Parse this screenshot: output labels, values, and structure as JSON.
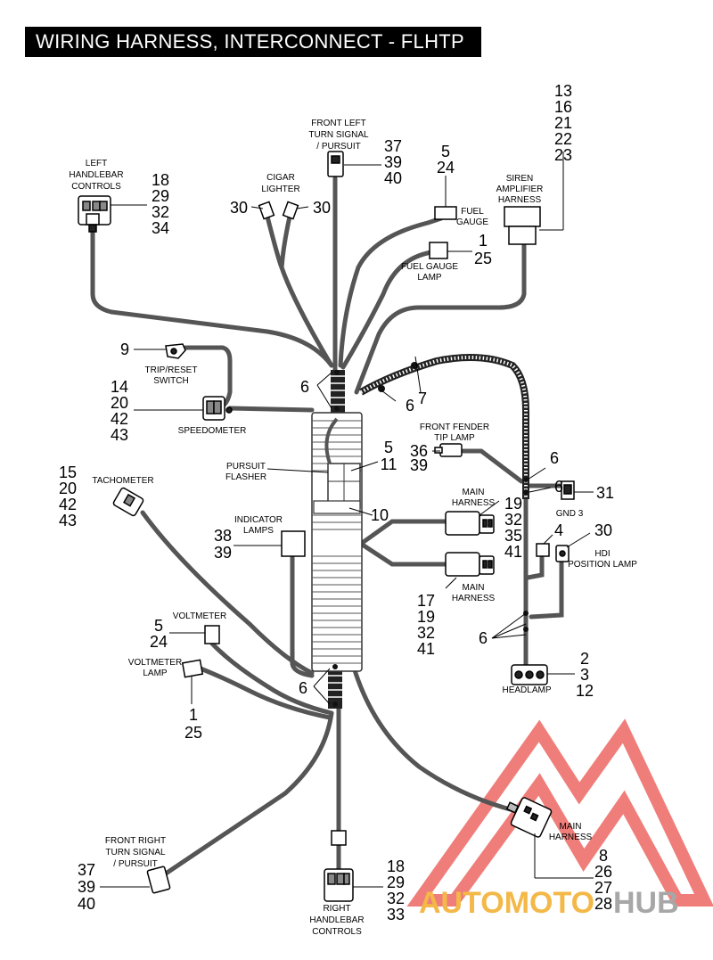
{
  "title": "WIRING HARNESS, INTERCONNECT - FLHTP",
  "labels": {
    "left_controls": [
      "LEFT",
      "HANDLEBAR",
      "CONTROLS"
    ],
    "front_left_turn": [
      "FRONT LEFT",
      "TURN SIGNAL",
      "/ PURSUIT"
    ],
    "cigar": [
      "CIGAR",
      "LIGHTER"
    ],
    "fuel_gauge": [
      "FUEL",
      "GAUGE"
    ],
    "fuel_lamp": [
      "FUEL GAUGE",
      "LAMP"
    ],
    "siren": [
      "SIREN",
      "AMPLIFIER",
      "HARNESS"
    ],
    "trip": [
      "TRIP/RESET",
      "SWITCH"
    ],
    "speedometer": [
      "SPEEDOMETER"
    ],
    "front_fender": [
      "FRONT FENDER",
      "TIP LAMP"
    ],
    "pursuit_flasher": [
      "PURSUIT",
      "FLASHER"
    ],
    "tachometer": [
      "TACHOMETER"
    ],
    "main_harness_a": [
      "MAIN",
      "HARNESS"
    ],
    "gnd3": [
      "GND 3"
    ],
    "indicator": [
      "INDICATOR",
      "LAMPS"
    ],
    "hdi": [
      "HDI",
      "POSITION LAMP"
    ],
    "main_harness_b": [
      "MAIN",
      "HARNESS"
    ],
    "voltmeter": [
      "VOLTMETER"
    ],
    "voltmeter_lamp": [
      "VOLTMETER",
      "LAMP"
    ],
    "headlamp": [
      "HEADLAMP"
    ],
    "main_harness_c": [
      "MAIN",
      "HARNESS"
    ],
    "front_right_turn": [
      "FRONT RIGHT",
      "TURN SIGNAL",
      "/ PURSUIT"
    ],
    "right_controls": [
      "RIGHT",
      "HANDLEBAR",
      "CONTROLS"
    ]
  },
  "callouts": {
    "n13": [
      "13",
      "16",
      "21",
      "22",
      "23"
    ],
    "n37a": [
      "37",
      "39",
      "40"
    ],
    "n5a": [
      "5",
      "24"
    ],
    "n18a": [
      "18",
      "29",
      "32",
      "34"
    ],
    "n30a": "30",
    "n30b": "30",
    "n1a": [
      "1",
      "25"
    ],
    "n9": "9",
    "n14": [
      "14",
      "20",
      "42",
      "43"
    ],
    "n6a": "6",
    "n6b": "6",
    "n7": "7",
    "n36": [
      "36",
      "39"
    ],
    "n5b": [
      "5",
      "11"
    ],
    "n10": "10",
    "n15": [
      "15",
      "20",
      "42",
      "43"
    ],
    "n6c": "6",
    "n6d": "6",
    "n31": "31",
    "n19": [
      "19",
      "32",
      "35",
      "41"
    ],
    "n4": "4",
    "n30c": "30",
    "n38": [
      "38",
      "39"
    ],
    "n17": [
      "17",
      "19",
      "32",
      "41"
    ],
    "n6e": "6",
    "n5c": [
      "5",
      "24"
    ],
    "n2": [
      "2",
      "3",
      "12"
    ],
    "n6f": "6",
    "n1b": [
      "1",
      "25"
    ],
    "n8": [
      "8",
      "26",
      "27",
      "28"
    ],
    "n37b": [
      "37",
      "39",
      "40"
    ],
    "n18b": [
      "18",
      "29",
      "32",
      "33"
    ]
  },
  "watermark": {
    "text_a": "AUTOMOTO",
    "text_b": "HUB",
    "color_a": "#f2b134",
    "color_b": "#9e9e9e",
    "triangle": "#e8413c"
  }
}
